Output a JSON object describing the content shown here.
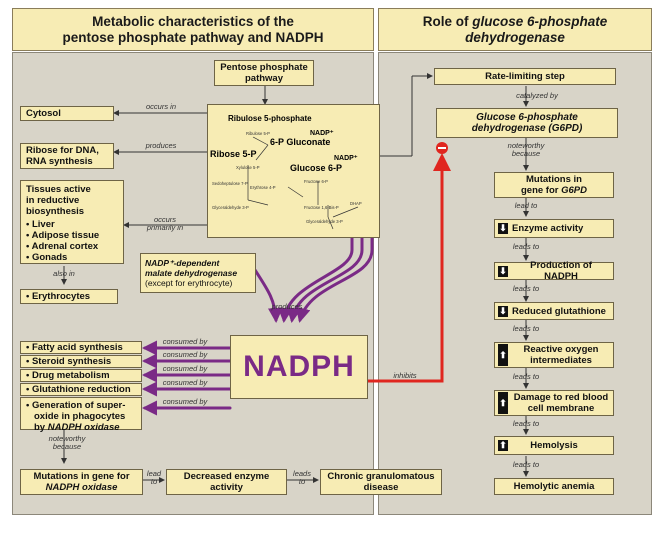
{
  "header": {
    "left_line1": "Metabolic characteristics of the",
    "left_line2": "pentose phosphate pathway and NADPH",
    "right_prefix": "Role of ",
    "right_italic1": "glucose 6-phosphate",
    "right_italic2": "dehydrogenase"
  },
  "left": {
    "pathway_line1": "Pentose phosphate",
    "pathway_line2": "pathway",
    "cytosol": "Cytosol",
    "occurs_in": "occurs in",
    "ribose_line1": "Ribose for DNA,",
    "ribose_line2": "RNA synthesis",
    "produces": "produces",
    "tissues_line1": "Tissues active",
    "tissues_line2": "in reductive",
    "tissues_line3": "biosynthesis",
    "tissues": [
      "Liver",
      "Adipose tissue",
      "Adrenal cortex",
      "Gonads"
    ],
    "occurs_primarily_line1": "occurs",
    "occurs_primarily_line2": "primarily in",
    "also_in": "also in",
    "erythrocytes": "Erythrocytes",
    "pathway_diagram": {
      "ribulose": "Ribulose 5-phosphate",
      "nadp1": "NADP⁺",
      "gluconate": "6-P Gluconate",
      "nadp2": "NADP⁺",
      "ribose5p": "Ribose 5-P",
      "glucose6p": "Glucose 6-P",
      "small_labels": [
        "Ribulose 5-P",
        "Xylulose 5-P",
        "Sedoheptulose 7-P",
        "Erythrose 4-P",
        "Glyceraldehyde 3-P",
        "Fructose 6-P",
        "Fructose 1,6-Bis-P",
        "DHAP",
        "Glyceraldehyde 3-P"
      ]
    },
    "malate_line1": "NADP⁺-dependent",
    "malate_line2": "malate dehydrogenase",
    "malate_line3": "(except for erythrocyte)",
    "produces2": "produces",
    "consumed_by": "consumed by",
    "uses": [
      "Fatty acid synthesis",
      "Steroid synthesis",
      "Drug metabolism",
      "Glutathione reduction"
    ],
    "generation_line1": "Generation of super-",
    "generation_line2": "oxide in phagocytes",
    "generation_line3_prefix": "by ",
    "generation_line3_italic": "NADPH oxidase",
    "nadph": "NADPH",
    "inhibits": "inhibits",
    "noteworthy_line1": "noteworthy",
    "noteworthy_line2": "because",
    "mutations_oxidase_line1": "Mutations in gene for",
    "mutations_oxidase_line2": "NADPH oxidase",
    "lead_to_1": "lead",
    "lead_to_2": "to",
    "decreased_line1": "Decreased enzyme",
    "decreased_line2": "activity",
    "leads_to_1": "leads",
    "leads_to_2": "to",
    "cgd_line1": "Chronic granulomatous",
    "cgd_line2": "disease"
  },
  "right": {
    "rate_limiting": "Rate-limiting step",
    "catalyzed_by": "catalyzed by",
    "g6pd_line1": "Glucose 6-phosphate",
    "g6pd_line2": "dehydrogenase (G6PD)",
    "noteworthy_line1": "noteworthy",
    "noteworthy_line2": "because",
    "mutations_line1": "Mutations in",
    "mutations_line2_prefix": "gene for ",
    "mutations_line2_italic": "G6PD",
    "lead_to": "lead to",
    "leads_to": "leads to",
    "down_symbol": "⬇",
    "up_symbol": "⬆",
    "minus_symbol": "−",
    "enzyme_activity": "Enzyme activity",
    "production_nadph": "Production of NADPH",
    "reduced_glutathione": "Reduced glutathione",
    "ros_line1": "Reactive oxygen",
    "ros_line2": "intermediates",
    "damage_line1": "Damage to red blood",
    "damage_line2": "cell membrane",
    "hemolysis": "Hemolysis",
    "hemolytic_anemia": "Hemolytic anemia"
  },
  "colors": {
    "purple": "#7a2a86",
    "red": "#e0261f",
    "box_fill": "#f7ecb4",
    "panel": "#d8d4c8"
  }
}
